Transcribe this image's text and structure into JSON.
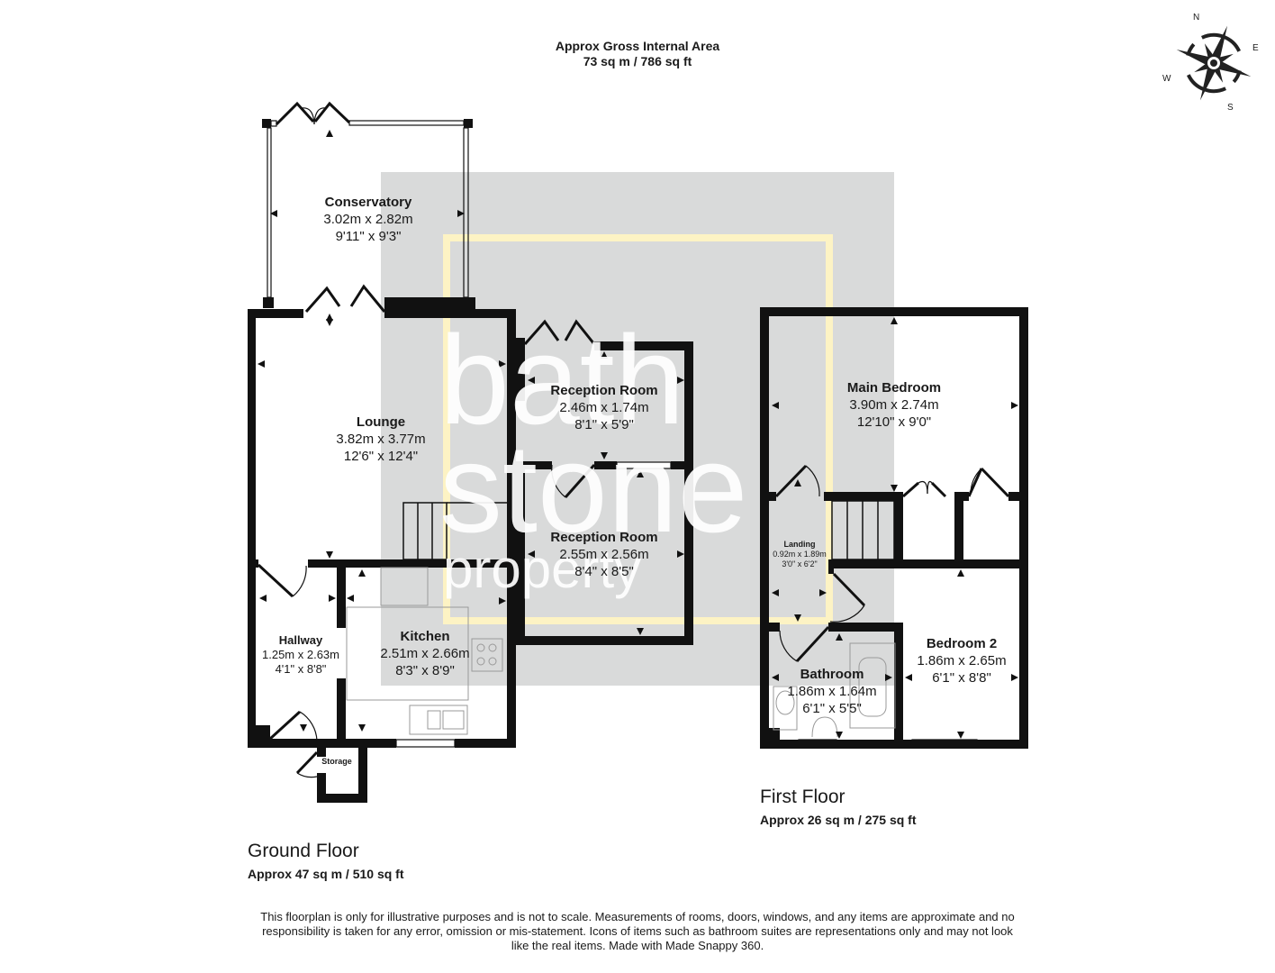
{
  "header": {
    "title": "Approx Gross Internal Area",
    "total_area": "73 sq m / 786 sq ft"
  },
  "compass": {
    "n": "N",
    "e": "E",
    "s": "S",
    "w": "W"
  },
  "watermark": {
    "line1": "bath",
    "line2": "stone",
    "line3": "property",
    "colors": {
      "box": "#d9dada",
      "frame": "#fdf3c4",
      "text": "#ffffff"
    }
  },
  "ground_floor": {
    "name": "Ground Floor",
    "area": "Approx 47 sq m / 510 sq ft",
    "rooms": [
      {
        "name": "Conservatory",
        "metric": "3.02m x 2.82m",
        "imperial": "9'11\" x 9'3\""
      },
      {
        "name": "Lounge",
        "metric": "3.82m x 3.77m",
        "imperial": "12'6\" x 12'4\""
      },
      {
        "name": "Reception Room",
        "metric": "2.46m x 1.74m",
        "imperial": "8'1\" x 5'9\""
      },
      {
        "name": "Reception Room",
        "metric": "2.55m x 2.56m",
        "imperial": "8'4\" x 8'5\""
      },
      {
        "name": "Hallway",
        "metric": "1.25m x 2.63m",
        "imperial": "4'1\" x 8'8\""
      },
      {
        "name": "Kitchen",
        "metric": "2.51m x 2.66m",
        "imperial": "8'3\" x 8'9\""
      },
      {
        "name": "Storage"
      }
    ]
  },
  "first_floor": {
    "name": "First Floor",
    "area": "Approx 26 sq m / 275 sq ft",
    "rooms": [
      {
        "name": "Main Bedroom",
        "metric": "3.90m x 2.74m",
        "imperial": "12'10\" x 9'0\""
      },
      {
        "name": "Landing",
        "metric": "0.92m x 1.89m",
        "imperial": "3'0\" x 6'2\""
      },
      {
        "name": "Bathroom",
        "metric": "1.86m x 1.64m",
        "imperial": "6'1\" x 5'5\""
      },
      {
        "name": "Bedroom 2",
        "metric": "1.86m x 2.65m",
        "imperial": "6'1\" x 8'8\""
      }
    ]
  },
  "disclaimer": "This floorplan is only for illustrative purposes and is not to scale. Measurements of rooms, doors, windows, and any items are approximate and no responsibility is taken for any error, omission or mis-statement. Icons of items such as bathroom suites are representations only and may not look like the real items. Made with Made Snappy 360."
}
